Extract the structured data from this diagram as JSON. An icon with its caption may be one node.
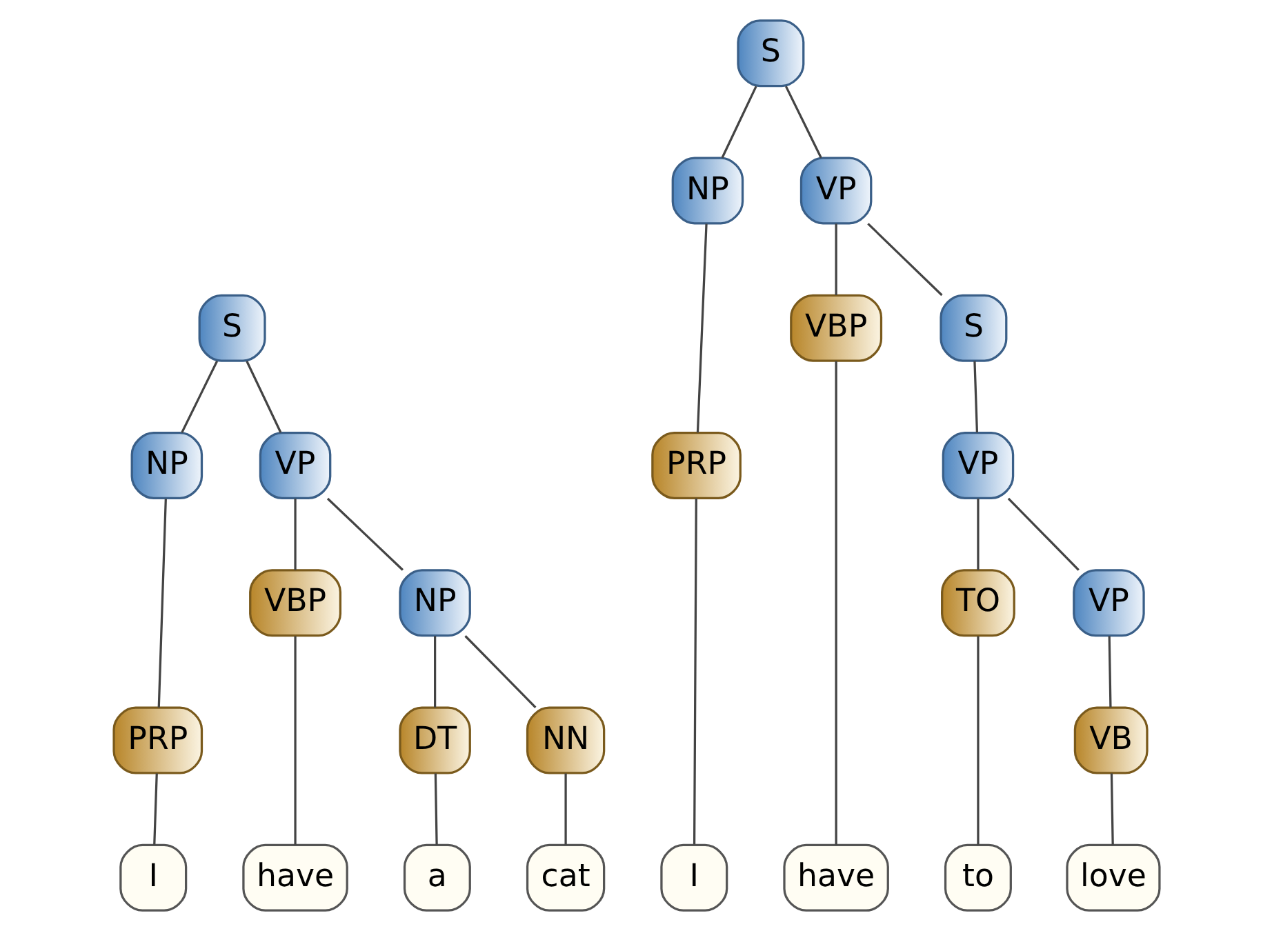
{
  "diagram": {
    "nodes": [
      {
        "text": [
          "S"
        ]
      },
      {
        "text": [
          "NP"
        ]
      },
      {
        "text": [
          "VP"
        ]
      },
      {
        "text": [
          "PRP"
        ]
      },
      {
        "text": [
          "VBP"
        ]
      },
      {
        "text": [
          "NP"
        ]
      },
      {
        "text": [
          "DT"
        ]
      },
      {
        "text": [
          "NN"
        ]
      },
      {
        "text": [
          "I"
        ]
      },
      {
        "text": [
          "have"
        ]
      },
      {
        "text": [
          "a"
        ]
      },
      {
        "text": [
          "cat"
        ]
      },
      {
        "text": [
          "S"
        ]
      },
      {
        "text": [
          "NP"
        ]
      },
      {
        "text": [
          "VP"
        ]
      },
      {
        "text": [
          "PRP"
        ]
      },
      {
        "text": [
          "VBP"
        ]
      },
      {
        "text": [
          "S"
        ]
      },
      {
        "text": [
          "VP"
        ]
      },
      {
        "text": [
          "TO"
        ]
      },
      {
        "text": [
          "VP"
        ]
      },
      {
        "text": [
          "VB"
        ]
      },
      {
        "text": [
          "I"
        ]
      },
      {
        "text": [
          "have"
        ]
      },
      {
        "text": [
          "to"
        ]
      },
      {
        "text": [
          "love"
        ]
      }
    ],
    "edges": [
      {
        "from": 0,
        "to": 1,
        "arrow": "none"
      },
      {
        "from": 0,
        "to": 2,
        "arrow": "none"
      },
      {
        "from": 1,
        "to": 3,
        "arrow": "none"
      },
      {
        "from": 2,
        "to": 4,
        "arrow": "none"
      },
      {
        "from": 2,
        "to": 5,
        "arrow": "none"
      },
      {
        "from": 5,
        "to": 6,
        "arrow": "none"
      },
      {
        "from": 5,
        "to": 7,
        "arrow": "none"
      },
      {
        "from": 3,
        "to": 8,
        "arrow": "none"
      },
      {
        "from": 4,
        "to": 9,
        "arrow": "none"
      },
      {
        "from": 6,
        "to": 10,
        "arrow": "none"
      },
      {
        "from": 7,
        "to": 11,
        "arrow": "none"
      },
      {
        "from": 12,
        "to": 13,
        "arrow": "none"
      },
      {
        "from": 12,
        "to": 14,
        "arrow": "none"
      },
      {
        "from": 13,
        "to": 15,
        "arrow": "none"
      },
      {
        "from": 14,
        "to": 16,
        "arrow": "none"
      },
      {
        "from": 14,
        "to": 17,
        "arrow": "none"
      },
      {
        "from": 17,
        "to": 18,
        "arrow": "none"
      },
      {
        "from": 18,
        "to": 19,
        "arrow": "none"
      },
      {
        "from": 18,
        "to": 20,
        "arrow": "none"
      },
      {
        "from": 20,
        "to": 21,
        "arrow": "none"
      },
      {
        "from": 15,
        "to": 22,
        "arrow": "none"
      },
      {
        "from": 16,
        "to": 23,
        "arrow": "none"
      },
      {
        "from": 19,
        "to": 24,
        "arrow": "none"
      },
      {
        "from": 21,
        "to": 25,
        "arrow": "none"
      }
    ]
  }
}
